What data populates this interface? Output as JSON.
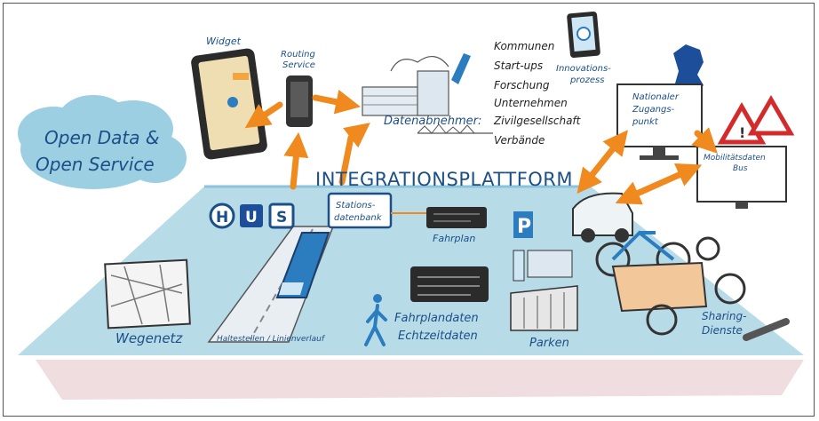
{
  "title": "INTEGRATIONSPLATTFORM",
  "cloud_label_line1": "Open Data &",
  "cloud_label_line2": "Open Service",
  "widget": "Widget",
  "routing_service_line1": "Routing",
  "routing_service_line2": "Service",
  "datenabnehmer": "Datenabnehmer:",
  "consumers": [
    "Kommunen",
    "Start-ups",
    "Forschung",
    "Unternehmen",
    "Zivilgesellschaft",
    "Verbände"
  ],
  "innovationsprozess_line1": "Innovations-",
  "innovationsprozess_line2": "prozess",
  "nationaler_zugangspunkt": [
    "Nationaler",
    "Zugangs-",
    "punkt"
  ],
  "mobilitaetsdaten": [
    "Mobilitätsdaten",
    "Bus"
  ],
  "stations_datenbank_line1": "Stations-",
  "stations_datenbank_line2": "datenbank",
  "fahrplan": "Fahrplan",
  "fahrplandaten_line1": "Fahrplandaten",
  "fahrplandaten_line2": "Echtzeitdaten",
  "wegenetz": "Wegenetz",
  "haltestellen": "Haltestellen / Linienverlauf",
  "parken": "Parken",
  "sharing_line1": "Sharing-",
  "sharing_line2": "Dienste",
  "stop_signs": [
    "H",
    "U",
    "S"
  ],
  "parking_sign": "P",
  "colors": {
    "platform": "#b8dbe8",
    "platform_top": "#8cc3da",
    "shadow": "#f0dde0",
    "cloud": "#9ccfe2",
    "arrow": "#f08a1e",
    "ink": "#1b4f88",
    "bus": "#2c7cc0"
  }
}
